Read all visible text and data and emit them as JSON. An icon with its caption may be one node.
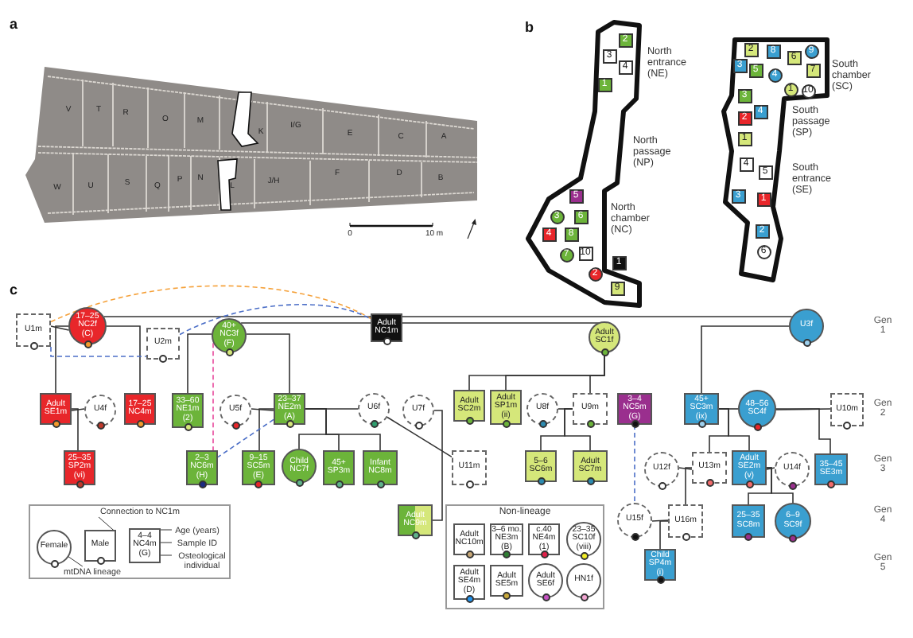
{
  "diagram": {
    "nodes": [
      {
        "text": [
          "U1m"
        ]
      },
      {
        "text": [
          "17–25",
          "NC2f",
          "(C)"
        ]
      },
      {
        "text": [
          "U2m"
        ]
      },
      {
        "text": [
          "40+",
          "NC3f",
          "(F)"
        ]
      },
      {
        "text": [
          "Adult",
          "NC1m"
        ]
      },
      {
        "text": [
          "Adult",
          "SC1f"
        ]
      },
      {
        "text": [
          "U3f"
        ]
      },
      {
        "text": [
          "Adult",
          "SE1m"
        ]
      },
      {
        "text": [
          "U4f"
        ]
      },
      {
        "text": [
          "17–25",
          "NC4m"
        ]
      },
      {
        "text": [
          "33–60",
          "NE1m",
          "(2)"
        ]
      },
      {
        "text": [
          "U5f"
        ]
      },
      {
        "text": [
          "23–37",
          "NE2m",
          "(A)"
        ]
      },
      {
        "text": [
          "U6f"
        ]
      },
      {
        "text": [
          "U7f"
        ]
      },
      {
        "text": [
          "Adult",
          "SC2m"
        ]
      },
      {
        "text": [
          "Adult",
          "SP1m",
          "(ii)"
        ]
      },
      {
        "text": [
          "U8f"
        ]
      },
      {
        "text": [
          "U9m"
        ]
      },
      {
        "text": [
          "3–4",
          "NC5m",
          "(G)"
        ]
      },
      {
        "text": [
          "45+",
          "SC3m",
          "(ix)"
        ]
      },
      {
        "text": [
          "48–56",
          "SC4f"
        ]
      },
      {
        "text": [
          "U10m"
        ]
      },
      {
        "text": [
          "25–35",
          "SP2m",
          "(vi)"
        ]
      },
      {
        "text": [
          "2–3",
          "NC6m",
          "(H)"
        ]
      },
      {
        "text": [
          "9–15",
          "SC5m",
          "(E)"
        ]
      },
      {
        "text": [
          "Child",
          "NC7f"
        ]
      },
      {
        "text": [
          "45+",
          "SP3m"
        ]
      },
      {
        "text": [
          "Infant",
          "NC8m"
        ]
      },
      {
        "text": [
          "U11m"
        ]
      },
      {
        "text": [
          "5–6",
          "SC6m"
        ]
      },
      {
        "text": [
          "Adult",
          "SC7m"
        ]
      },
      {
        "text": [
          "U12f"
        ]
      },
      {
        "text": [
          "U13m"
        ]
      },
      {
        "text": [
          "Adult",
          "SE2m",
          "(v)"
        ]
      },
      {
        "text": [
          "U14f"
        ]
      },
      {
        "text": [
          "35–45",
          "SE3m"
        ]
      },
      {
        "text": [
          "Adult",
          "NC9m"
        ]
      },
      {
        "text": [
          "U15f"
        ]
      },
      {
        "text": [
          "U16m"
        ]
      },
      {
        "text": [
          "25–35",
          "SC8m"
        ]
      },
      {
        "text": [
          "6–9",
          "SC9f"
        ]
      },
      {
        "text": [
          "Child",
          "SP4m",
          "(i)"
        ]
      },
      {
        "text": [],
        "shape": "box"
      },
      {
        "text": [
          "Female"
        ],
        "in": 43
      },
      {
        "text": [
          "Male"
        ],
        "in": 43
      },
      {
        "text": [
          "4–4",
          "NC4m",
          "(G)"
        ],
        "in": 43
      },
      {
        "text": [
          "Connection to NC1m"
        ],
        "in": 43
      },
      {
        "text": [
          "Age (years)"
        ],
        "in": 43
      },
      {
        "text": [
          "Sample ID"
        ],
        "in": 43
      },
      {
        "text": [
          "Osteological individual"
        ],
        "in": 43
      },
      {
        "text": [
          "mtDNA lineage"
        ],
        "in": 43
      },
      {
        "text": [
          "Non-lineage"
        ]
      },
      {
        "text": [
          "Adult",
          "NC10m"
        ],
        "in": 52
      },
      {
        "text": [
          "3–6 mo.",
          "NE3m",
          "(B)"
        ],
        "in": 52
      },
      {
        "text": [
          "c.40",
          "NE4m",
          "(1)"
        ],
        "in": 52
      },
      {
        "text": [
          "23–35",
          "SC10f",
          "(viii)"
        ],
        "in": 52
      },
      {
        "text": [
          "Adult",
          "SE4m",
          "(D)"
        ],
        "in": 52
      },
      {
        "text": [
          "Adult",
          "SE5m"
        ],
        "in": 52
      },
      {
        "text": [
          "Adult",
          "SE6f"
        ],
        "in": 52
      },
      {
        "text": [
          "HN1f"
        ],
        "in": 52
      }
    ],
    "edges": [
      {
        "from": 0,
        "to": 1,
        "arrow": "none"
      },
      {
        "from": 1,
        "to": 4,
        "arrow": "none"
      },
      {
        "from": 3,
        "to": 4,
        "arrow": "none"
      },
      {
        "from": 4,
        "to": 5,
        "arrow": "none"
      },
      {
        "from": 4,
        "to": 6,
        "arrow": "none"
      },
      {
        "from": 1,
        "to": 7,
        "arrow": "none"
      },
      {
        "from": 1,
        "to": 9,
        "arrow": "none"
      },
      {
        "from": 7,
        "to": 8,
        "arrow": "none"
      },
      {
        "from": 7,
        "to": 23,
        "arrow": "none"
      },
      {
        "from": 3,
        "to": 10,
        "arrow": "none"
      },
      {
        "from": 11,
        "to": 12,
        "arrow": "none"
      },
      {
        "from": 3,
        "to": 12,
        "arrow": "none"
      },
      {
        "from": 12,
        "to": 25,
        "arrow": "none"
      },
      {
        "from": 12,
        "to": 13,
        "arrow": "none"
      },
      {
        "from": 12,
        "to": 26,
        "arrow": "none"
      },
      {
        "from": 12,
        "to": 27,
        "arrow": "none"
      },
      {
        "from": 12,
        "to": 28,
        "arrow": "none"
      },
      {
        "from": 13,
        "to": 29,
        "arrow": "none"
      },
      {
        "from": 14,
        "to": 37,
        "arrow": "none"
      },
      {
        "from": 5,
        "to": 15,
        "arrow": "none"
      },
      {
        "from": 5,
        "to": 16,
        "arrow": "none"
      },
      {
        "from": 5,
        "to": 18,
        "arrow": "none"
      },
      {
        "from": 17,
        "to": 18,
        "arrow": "none"
      },
      {
        "from": 18,
        "to": 30,
        "arrow": "none"
      },
      {
        "from": 18,
        "to": 31,
        "arrow": "none"
      },
      {
        "from": 6,
        "to": 20,
        "arrow": "none"
      },
      {
        "from": 20,
        "to": 21,
        "arrow": "none"
      },
      {
        "from": 20,
        "to": 34,
        "arrow": "none"
      },
      {
        "from": 20,
        "to": 33,
        "arrow": "none"
      },
      {
        "from": 21,
        "to": 22,
        "arrow": "none"
      },
      {
        "from": 21,
        "to": 36,
        "arrow": "none"
      },
      {
        "from": 32,
        "to": 33,
        "arrow": "none"
      },
      {
        "from": 33,
        "to": 39,
        "arrow": "none"
      },
      {
        "from": 34,
        "to": 35,
        "arrow": "none"
      },
      {
        "from": 34,
        "to": 40,
        "arrow": "none"
      },
      {
        "from": 34,
        "to": 41,
        "arrow": "none"
      },
      {
        "from": 38,
        "to": 39,
        "arrow": "none"
      },
      {
        "from": 39,
        "to": 42,
        "arrow": "none"
      },
      {
        "from": 0,
        "to": 4,
        "arrow": "none",
        "style": "dashed",
        "color": "#f5a13a"
      },
      {
        "from": 0,
        "to": 2,
        "arrow": "none",
        "style": "dashed",
        "color": "#4c6fc7"
      },
      {
        "from": 2,
        "to": 4,
        "arrow": "none",
        "style": "dashed",
        "color": "#4c6fc7"
      },
      {
        "from": 3,
        "to": 24,
        "arrow": "none",
        "style": "dashed",
        "color": "#e8489b"
      },
      {
        "from": 12,
        "to": 24,
        "arrow": "none",
        "style": "dashed",
        "color": "#4c6fc7"
      },
      {
        "from": 19,
        "to": 38,
        "arrow": "none",
        "style": "dashed",
        "color": "#4c6fc7"
      },
      {
        "from": 47,
        "to": 45,
        "arrow": "none"
      },
      {
        "from": 48,
        "to": 46,
        "arrow": "none"
      },
      {
        "from": 49,
        "to": 46,
        "arrow": "none"
      },
      {
        "from": 50,
        "to": 46,
        "arrow": "none"
      },
      {
        "from": 51,
        "to": 44,
        "arrow": "none"
      }
    ],
    "labels": [
      "a",
      "V",
      "T",
      "R",
      "O",
      "M",
      "K",
      "I/G",
      "E",
      "C",
      "A",
      "W",
      "U",
      "S",
      "Q",
      "P",
      "N",
      "L",
      "J/H",
      "F",
      "D",
      "B",
      "0",
      "10 m",
      "b",
      "2",
      "3",
      "4",
      "North entrance (NE)",
      "1",
      "North passage (NP)",
      "5",
      "3",
      "6",
      "North chamber (NC)",
      "4",
      "8",
      "7",
      "10",
      "2",
      "1",
      "9",
      "2",
      "8",
      "6",
      "9",
      "3",
      "5",
      "4",
      "7",
      "South chamber (SC)",
      "1",
      "10",
      "3",
      "2",
      "4",
      "South passage (SP)",
      "1",
      "4",
      "5",
      "South entrance (SE)",
      "3",
      "1",
      "2",
      "6",
      "c",
      "Gen 1",
      "Gen 2",
      "Gen 3",
      "Gen 4",
      "Gen 5"
    ]
  }
}
